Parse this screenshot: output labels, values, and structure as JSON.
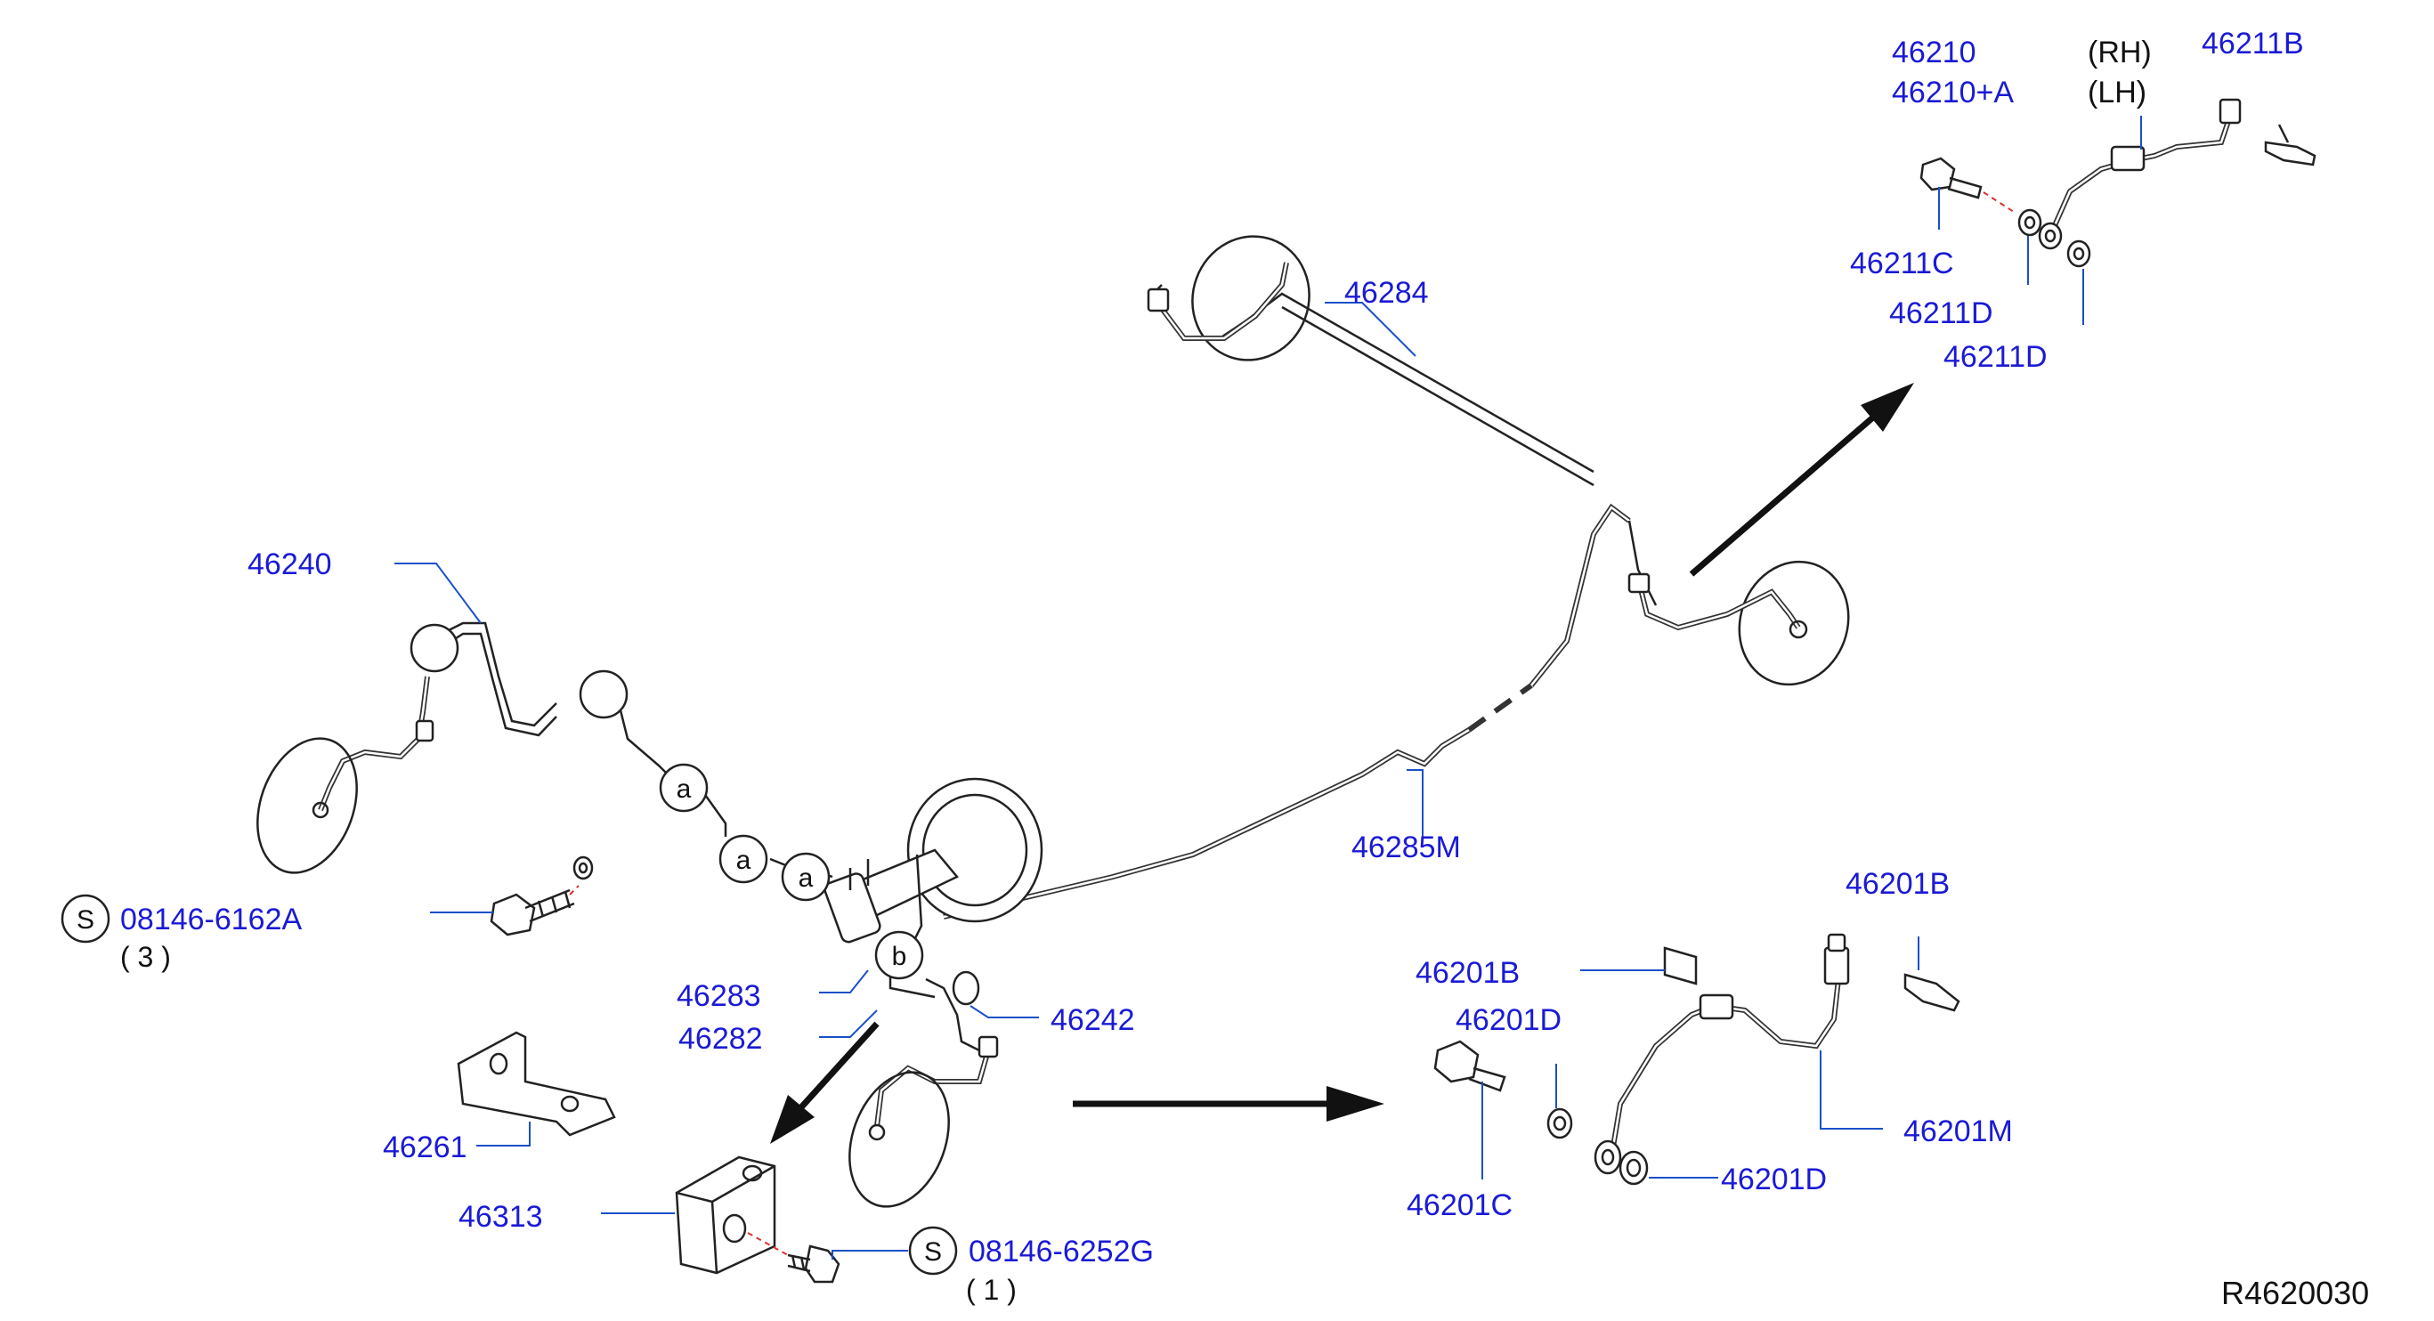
{
  "diagram": {
    "callouts": {
      "c46210": "46210",
      "c46210a": "46210+A",
      "rh": "(RH)",
      "lh": "(LH)",
      "c46211b": "46211B",
      "c46211c": "46211C",
      "c46211d_1": "46211D",
      "c46211d_2": "46211D",
      "c46284": "46284",
      "c46240": "46240",
      "c46285m": "46285M",
      "c46201b_1": "46201B",
      "c46201b_2": "46201B",
      "c46201d_1": "46201D",
      "c46201d_2": "46201D",
      "c46201m": "46201M",
      "c46201c": "46201C",
      "c46283": "46283",
      "c46282": "46282",
      "c46242": "46242",
      "c46261": "46261",
      "c46313": "46313",
      "bolt1": "08146-6162A",
      "bolt1_qty": "( 3 )",
      "bolt2": "08146-6252G",
      "bolt2_qty": "( 1 )"
    },
    "symbols": {
      "s": "S",
      "a": "a",
      "b": "b"
    },
    "reference_code": "R4620030"
  }
}
